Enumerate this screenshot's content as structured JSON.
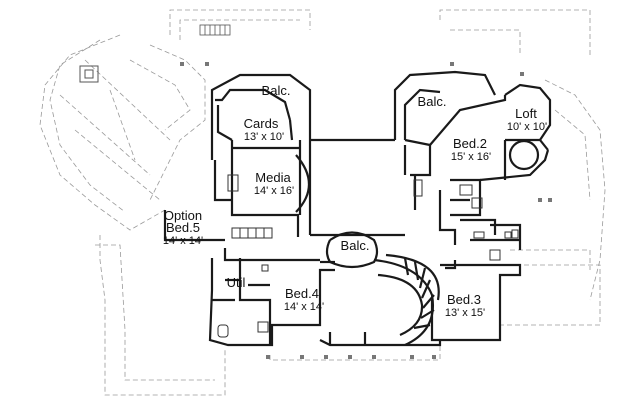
{
  "rooms": {
    "balc_top_left": {
      "name": "Balc."
    },
    "balc_top_right": {
      "name": "Balc."
    },
    "balc_center": {
      "name": "Balc."
    },
    "cards": {
      "name": "Cards",
      "dim": "13' x 10'"
    },
    "media": {
      "name": "Media",
      "dim": "14' x 16'"
    },
    "loft": {
      "name": "Loft",
      "dim": "10' x 10'"
    },
    "bed2": {
      "name": "Bed.2",
      "dim": "15' x 16'"
    },
    "option_bed5": {
      "name": "Option",
      "name2": "Bed.5",
      "dim": "14' x 14'"
    },
    "util": {
      "name": "Util"
    },
    "bed4": {
      "name": "Bed.4",
      "dim": "14' x 14'"
    },
    "bed3": {
      "name": "Bed.3",
      "dim": "13' x 15'"
    }
  },
  "colors": {
    "wall": "#1a1a1a",
    "roof_outline": "#9a9a9a",
    "background": "#ffffff"
  }
}
